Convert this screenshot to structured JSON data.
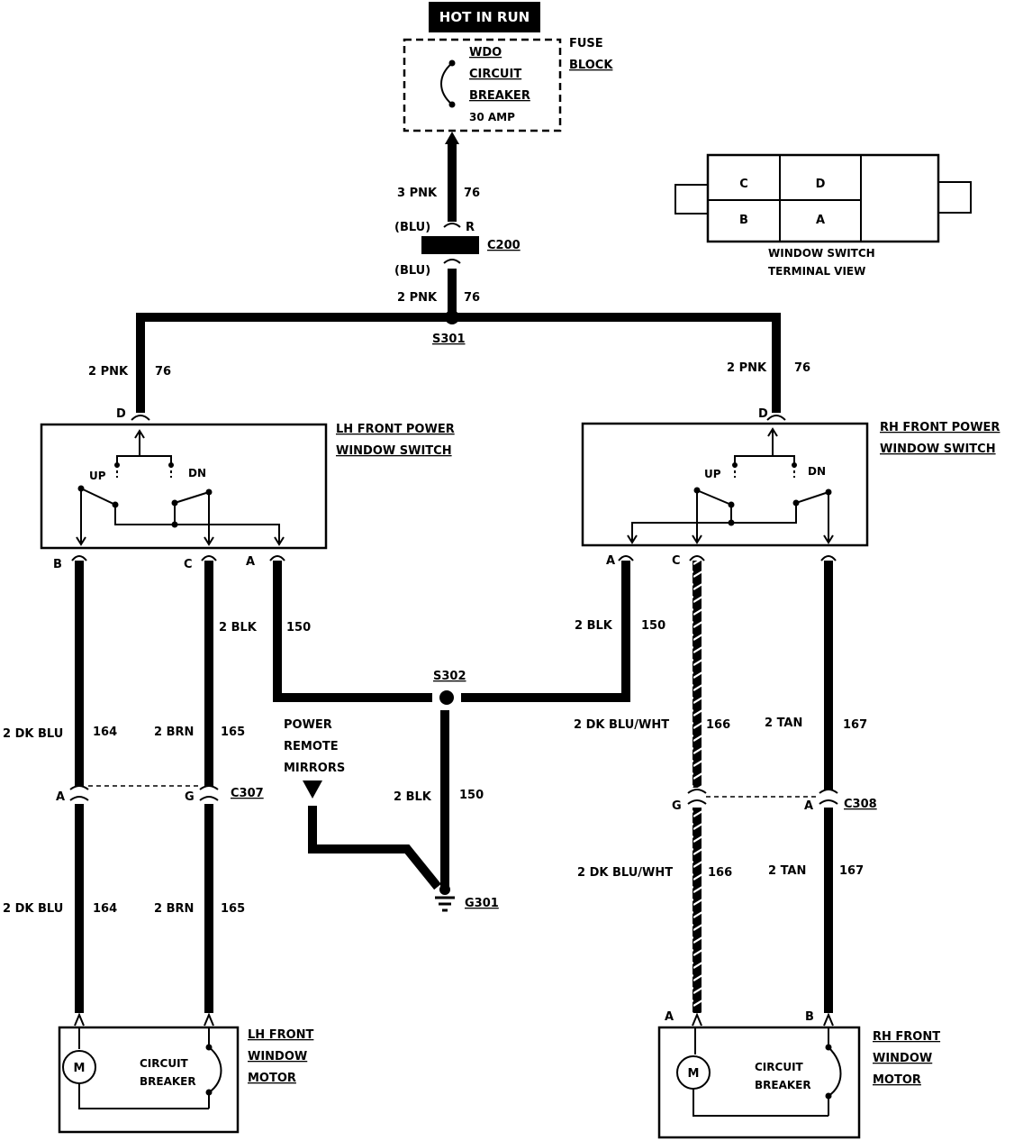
{
  "hot_in_run": "HOT IN RUN",
  "fuse": {
    "name_lines": [
      "WDO",
      "CIRCUIT",
      "BREAKER"
    ],
    "rating": "30 AMP",
    "block_lines": [
      "FUSE",
      "BLOCK"
    ]
  },
  "connector_view": {
    "cells": [
      "C",
      "D",
      "B",
      "A"
    ],
    "caption_lines": [
      "WINDOW SWITCH",
      "TERMINAL VIEW"
    ]
  },
  "feed": {
    "upper_gauge": "3 PNK",
    "upper_circuit": "76",
    "c200_label": "C200",
    "blu_top": "(BLU)",
    "pin_r": "R",
    "blu_bottom": "(BLU)",
    "lower_gauge": "2 PNK",
    "lower_circuit": "76",
    "splice_s301": "S301"
  },
  "lh_switch": {
    "title_lines": [
      "LH FRONT POWER",
      "WINDOW SWITCH"
    ],
    "feed_gauge": "2 PNK",
    "feed_circuit": "76",
    "pin_d": "D",
    "up": "UP",
    "dn": "DN",
    "pin_b": "B",
    "pin_c": "C",
    "pin_a": "A"
  },
  "rh_switch": {
    "title_lines": [
      "RH FRONT POWER",
      "WINDOW SWITCH"
    ],
    "feed_gauge": "2 PNK",
    "feed_circuit": "76",
    "pin_d": "D",
    "up": "UP",
    "dn": "DN",
    "pin_a": "A",
    "pin_c": "C"
  },
  "ground_circuit": {
    "lh_gauge": "2 BLK",
    "lh_circuit": "150",
    "rh_gauge": "2 BLK",
    "rh_circuit": "150",
    "splice_s302": "S302",
    "down_gauge": "2 BLK",
    "down_circuit": "150",
    "ground": "G301",
    "mirrors_lines": [
      "POWER",
      "REMOTE",
      "MIRRORS"
    ]
  },
  "lh_wires": {
    "left_gauge": "2 DK BLU",
    "left_circuit": "164",
    "right_gauge": "2 BRN",
    "right_circuit": "165",
    "left_gauge_2": "2 DK BLU",
    "left_circuit_2": "164",
    "right_gauge_2": "2 BRN",
    "right_circuit_2": "165",
    "pin_a": "A",
    "pin_g": "G",
    "connector": "C307"
  },
  "rh_wires": {
    "left_gauge": "2 DK BLU/WHT",
    "left_circuit": "166",
    "right_gauge": "2 TAN",
    "right_circuit": "167",
    "left_gauge_2": "2 DK BLU/WHT",
    "left_circuit_2": "166",
    "right_gauge_2": "2 TAN",
    "right_circuit_2": "167",
    "pin_g": "G",
    "pin_a": "A",
    "connector": "C308"
  },
  "lh_motor": {
    "m": "M",
    "cb_lines": [
      "CIRCUIT",
      "BREAKER"
    ],
    "title_lines": [
      "LH FRONT",
      "WINDOW",
      "MOTOR"
    ]
  },
  "rh_motor": {
    "m": "M",
    "cb_lines": [
      "CIRCUIT",
      "BREAKER"
    ],
    "title_lines": [
      "RH FRONT",
      "WINDOW",
      "MOTOR"
    ],
    "pin_a": "A",
    "pin_b": "B"
  }
}
